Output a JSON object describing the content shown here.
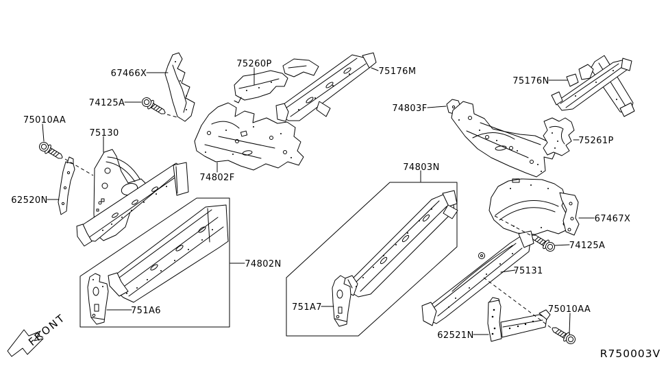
{
  "diagram": {
    "code": "R750003V",
    "front_label": "FRONT",
    "colors": {
      "line": "#000000",
      "background": "#ffffff"
    },
    "callouts": [
      {
        "part_number": "67466X"
      },
      {
        "part_number": "74125A"
      },
      {
        "part_number": "75010AA"
      },
      {
        "part_number": "75130"
      },
      {
        "part_number": "62520N"
      },
      {
        "part_number": "74802F"
      },
      {
        "part_number": "75260P"
      },
      {
        "part_number": "75176M"
      },
      {
        "part_number": "75176N"
      },
      {
        "part_number": "74803F"
      },
      {
        "part_number": "75261P"
      },
      {
        "part_number": "74803N"
      },
      {
        "part_number": "67467X"
      },
      {
        "part_number": "74125A"
      },
      {
        "part_number": "74802N"
      },
      {
        "part_number": "751A6"
      },
      {
        "part_number": "751A7"
      },
      {
        "part_number": "75131"
      },
      {
        "part_number": "62521N"
      },
      {
        "part_number": "75010AA"
      }
    ]
  }
}
